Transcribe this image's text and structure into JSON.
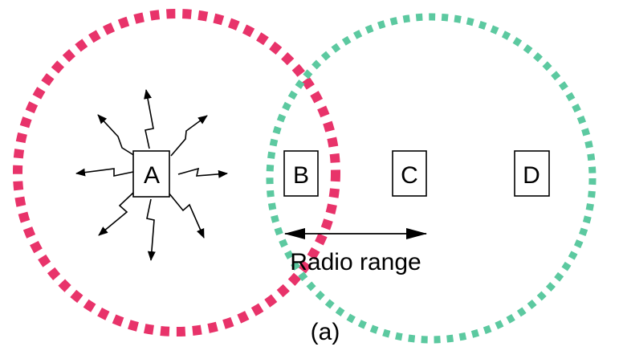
{
  "nodes": [
    {
      "id": "a",
      "label": "A"
    },
    {
      "id": "b",
      "label": "B"
    },
    {
      "id": "c",
      "label": "C"
    },
    {
      "id": "d",
      "label": "D"
    }
  ],
  "range_label": "Radio range",
  "caption": "(a)",
  "colors": {
    "range_a": "#e8336a",
    "range_c": "#5cc9a0",
    "stroke": "#000000"
  }
}
